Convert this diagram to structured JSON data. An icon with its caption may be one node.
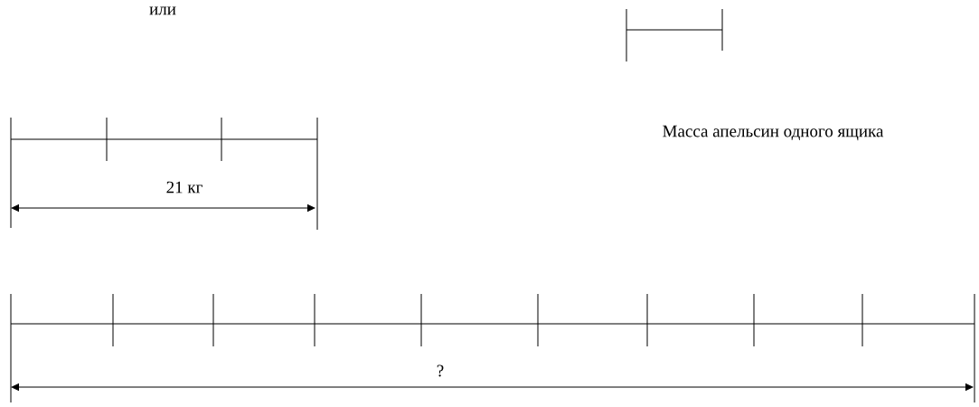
{
  "diagram": {
    "labels": [
      "или",
      "Масса апельсин одного ящика",
      "21 кг",
      "?"
    ]
  }
}
